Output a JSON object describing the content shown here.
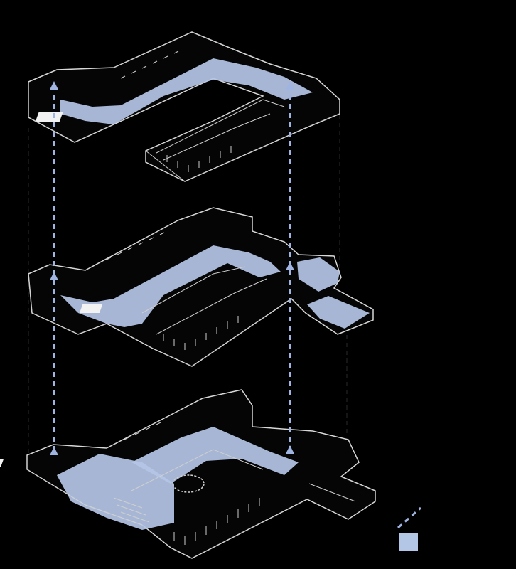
{
  "colors": {
    "background": "#000000",
    "wall_line": "#d8d8d8",
    "wall_dark": "#0a0a0a",
    "circulation_fill": "#b4c6e6",
    "circulation_path": "#9fb4e0",
    "stair": "#f2f2f2"
  },
  "floors": [
    {
      "name": "top-floor"
    },
    {
      "name": "middle-floor"
    },
    {
      "name": "ground-floor"
    }
  ],
  "legend": [
    {
      "icon": "dashed-path-icon",
      "meaning": "vertical-circulation"
    },
    {
      "icon": "filled-square-icon",
      "meaning": "circulation-area"
    }
  ]
}
